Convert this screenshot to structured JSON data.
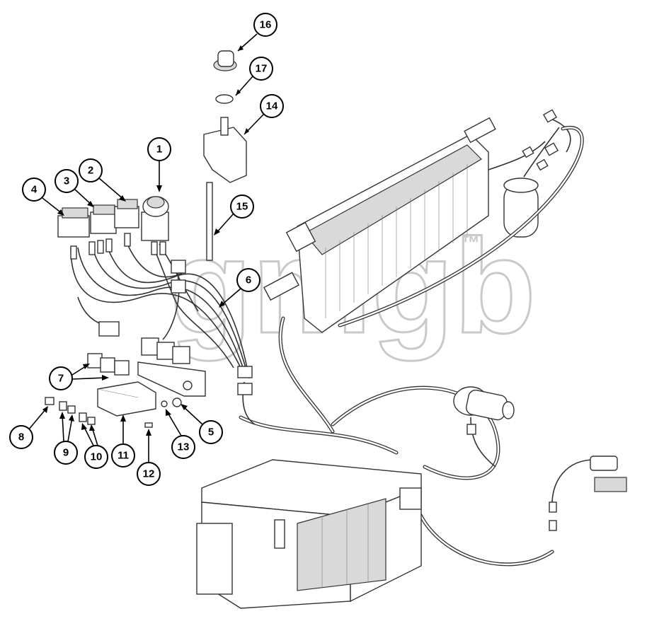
{
  "watermark": {
    "text": "gmgb",
    "trademark": "™"
  },
  "callouts": [
    {
      "id": "16"
    },
    {
      "id": "17"
    },
    {
      "id": "14"
    },
    {
      "id": "1"
    },
    {
      "id": "2"
    },
    {
      "id": "3"
    },
    {
      "id": "4"
    },
    {
      "id": "15"
    },
    {
      "id": "6"
    },
    {
      "id": "7"
    },
    {
      "id": "5"
    },
    {
      "id": "8"
    },
    {
      "id": "9"
    },
    {
      "id": "10"
    },
    {
      "id": "11"
    },
    {
      "id": "13"
    },
    {
      "id": "12"
    }
  ],
  "colors": {
    "line": "#333333",
    "shade": "#d9d9d9",
    "watermark": "#c9c9c9"
  }
}
